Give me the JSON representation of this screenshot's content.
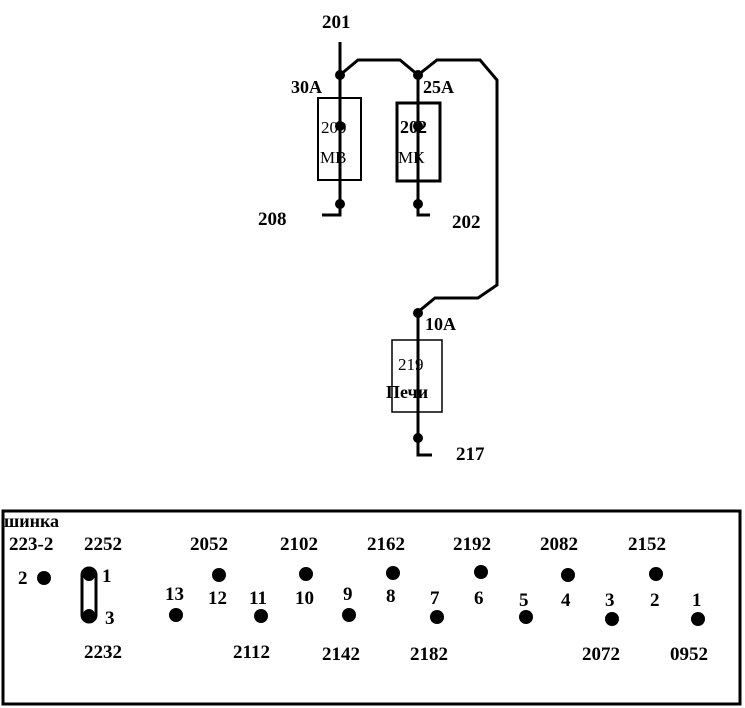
{
  "wires": {
    "input": "201",
    "out_left": "208",
    "out_mid": "202",
    "out_bottom": "217"
  },
  "fuses": [
    {
      "number": "209",
      "name": "МВ",
      "rating": "30A"
    },
    {
      "number": "202",
      "name": "МК",
      "rating": "25A"
    },
    {
      "number": "219",
      "name": "Печи",
      "rating": "10A"
    }
  ],
  "connector": {
    "title": "шинка",
    "top_labels": [
      "223-2",
      "2252",
      "2052",
      "2102",
      "2162",
      "2192",
      "2082",
      "2152"
    ],
    "pin_numbers": [
      "2",
      "1",
      "3",
      "13",
      "12",
      "11",
      "10",
      "9",
      "8",
      "7",
      "6",
      "5",
      "4",
      "3",
      "2",
      "1"
    ],
    "bottom_labels": [
      "2232",
      "2112",
      "2142",
      "2182",
      "2072",
      "0952"
    ]
  }
}
